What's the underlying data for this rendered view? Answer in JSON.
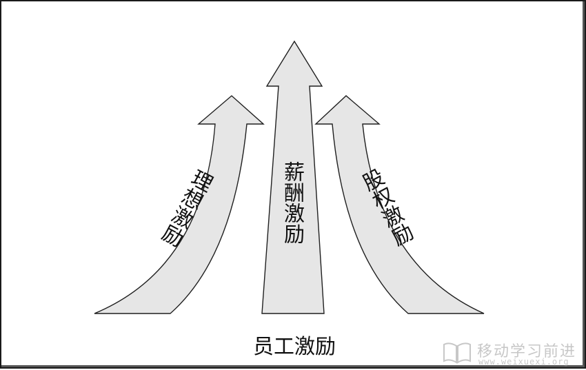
{
  "diagram": {
    "caption": "员工激励",
    "arrows": [
      {
        "id": "left",
        "label": "理想激励"
      },
      {
        "id": "center",
        "label": "薪酬激励"
      },
      {
        "id": "right",
        "label": "股权激励"
      }
    ]
  },
  "watermark": {
    "title": "移动学习前进",
    "url": "www.weixuexi.org"
  },
  "colors": {
    "arrow_fill": "#e6e6e6",
    "arrow_stroke": "#1f1f1f",
    "text": "#111111",
    "watermark": "#9a9a9a"
  }
}
